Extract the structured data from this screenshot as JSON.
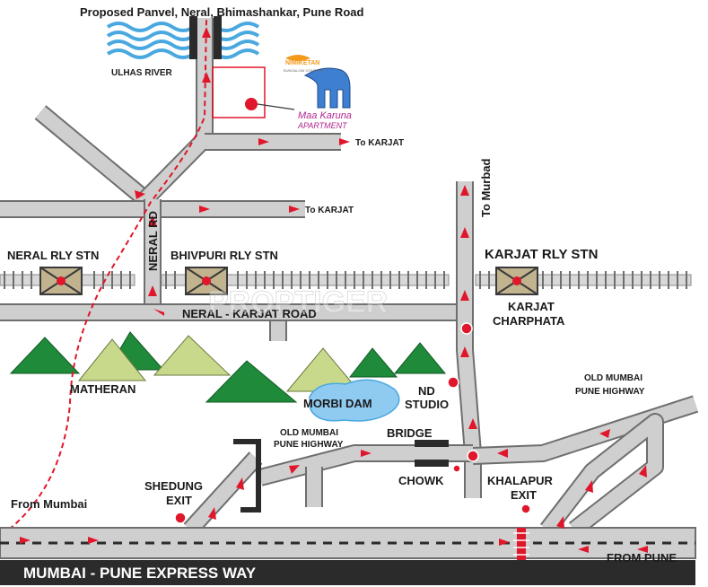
{
  "labels": {
    "proposed_road": "Proposed Panvel, Neral, Bhimashankar, Pune Road",
    "ulhas_river": "ULHAS RIVER",
    "to_karjat_top": "To  KARJAT",
    "to_karjat_mid": "To  KARJAT",
    "to_murbad": "To Murbad",
    "neral_rd": "NERAL RD",
    "neral_rly_stn": "NERAL RLY STN",
    "bhivpuri_rly_stn": "BHIVPURI RLY STN",
    "karjat_rly_stn": "KARJAT RLY STN",
    "neral_karjat_road": "NERAL - KARJAT ROAD",
    "karjat_charphata_1": "KARJAT",
    "karjat_charphata_2": "CHARPHATA",
    "matheran": "MATHERAN",
    "morbi_dam": "MORBI DAM",
    "nd_studio_1": "ND",
    "nd_studio_2": "STUDIO",
    "old_mumbai_pune_highway_right_1": "OLD MUMBAI",
    "old_mumbai_pune_highway_right_2": "PUNE HIGHWAY",
    "old_mumbai_pune_highway_mid_1": "OLD MUMBAI",
    "old_mumbai_pune_highway_mid_2": "PUNE HIGHWAY",
    "bridge": "BRIDGE",
    "chowk": "CHOWK",
    "shedung_exit_1": "SHEDUNG",
    "shedung_exit_2": "EXIT",
    "khalapur_exit_1": "KHALAPUR",
    "khalapur_exit_2": "EXIT",
    "from_mumbai": "From Mumbai",
    "from_pune": "FROM PUNE",
    "expressway": "MUMBAI - PUNE EXPRESS WAY",
    "watermark": "PROPTIGER"
  },
  "logo": {
    "brand_name": "NIMIKETAN",
    "brand_tagline": "BUNGALOW COMPLEX",
    "project_line_1": "Maa Karuna",
    "project_line_2": "APARTMENT"
  },
  "colors": {
    "road_fill": "#cfcfcf",
    "road_edge": "#6e6e6e",
    "arrow_red": "#e0162b",
    "hill_dark": "#1f8a3a",
    "hill_light": "#c8d98c",
    "water_blue": "#4aa8e0",
    "dam_blue": "#8fcaf0",
    "rail_track": "#8a8a8a",
    "expressway_dark": "#2b2b2b",
    "project_magenta": "#b0258f"
  },
  "icons": {
    "project_marker": "red-dot-in-box",
    "station_marker": "station-box-icon",
    "river": "wave-icon",
    "logo": "building-logo-icon"
  }
}
